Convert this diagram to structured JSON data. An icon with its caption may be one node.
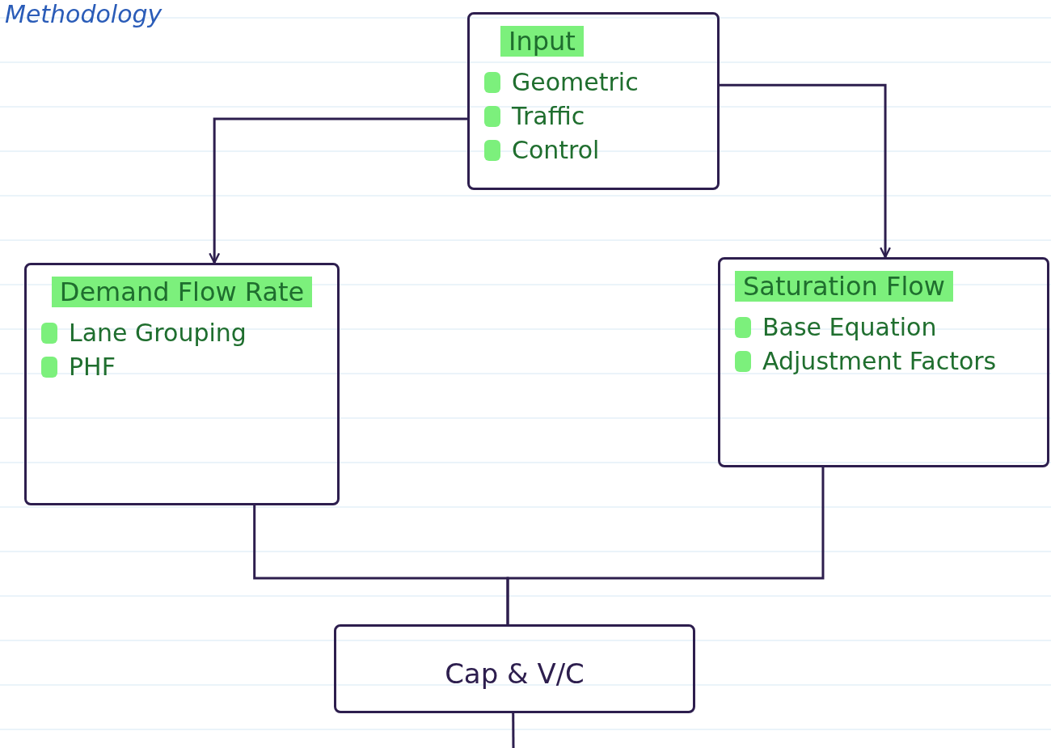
{
  "diagram": {
    "title": "Methodology",
    "nodes": [
      {
        "text": [
          "Input",
          "Geometric",
          "Traffic",
          "Control"
        ]
      },
      {
        "text": [
          "Demand Flow Rate",
          "Lane Grouping",
          "PHF"
        ]
      },
      {
        "text": [
          "Saturation Flow",
          "Base Equation",
          "Adjustment Factors"
        ]
      },
      {
        "text": [
          "Cap & V/C"
        ]
      }
    ],
    "edges": [
      {
        "from": 0,
        "to": 1,
        "arrow": "to"
      },
      {
        "from": 0,
        "to": 2,
        "arrow": "to"
      },
      {
        "from": 1,
        "to": 3,
        "arrow": "none"
      },
      {
        "from": 2,
        "to": 3,
        "arrow": "none"
      },
      {
        "from": 3,
        "to": null,
        "arrow": "none"
      }
    ]
  }
}
